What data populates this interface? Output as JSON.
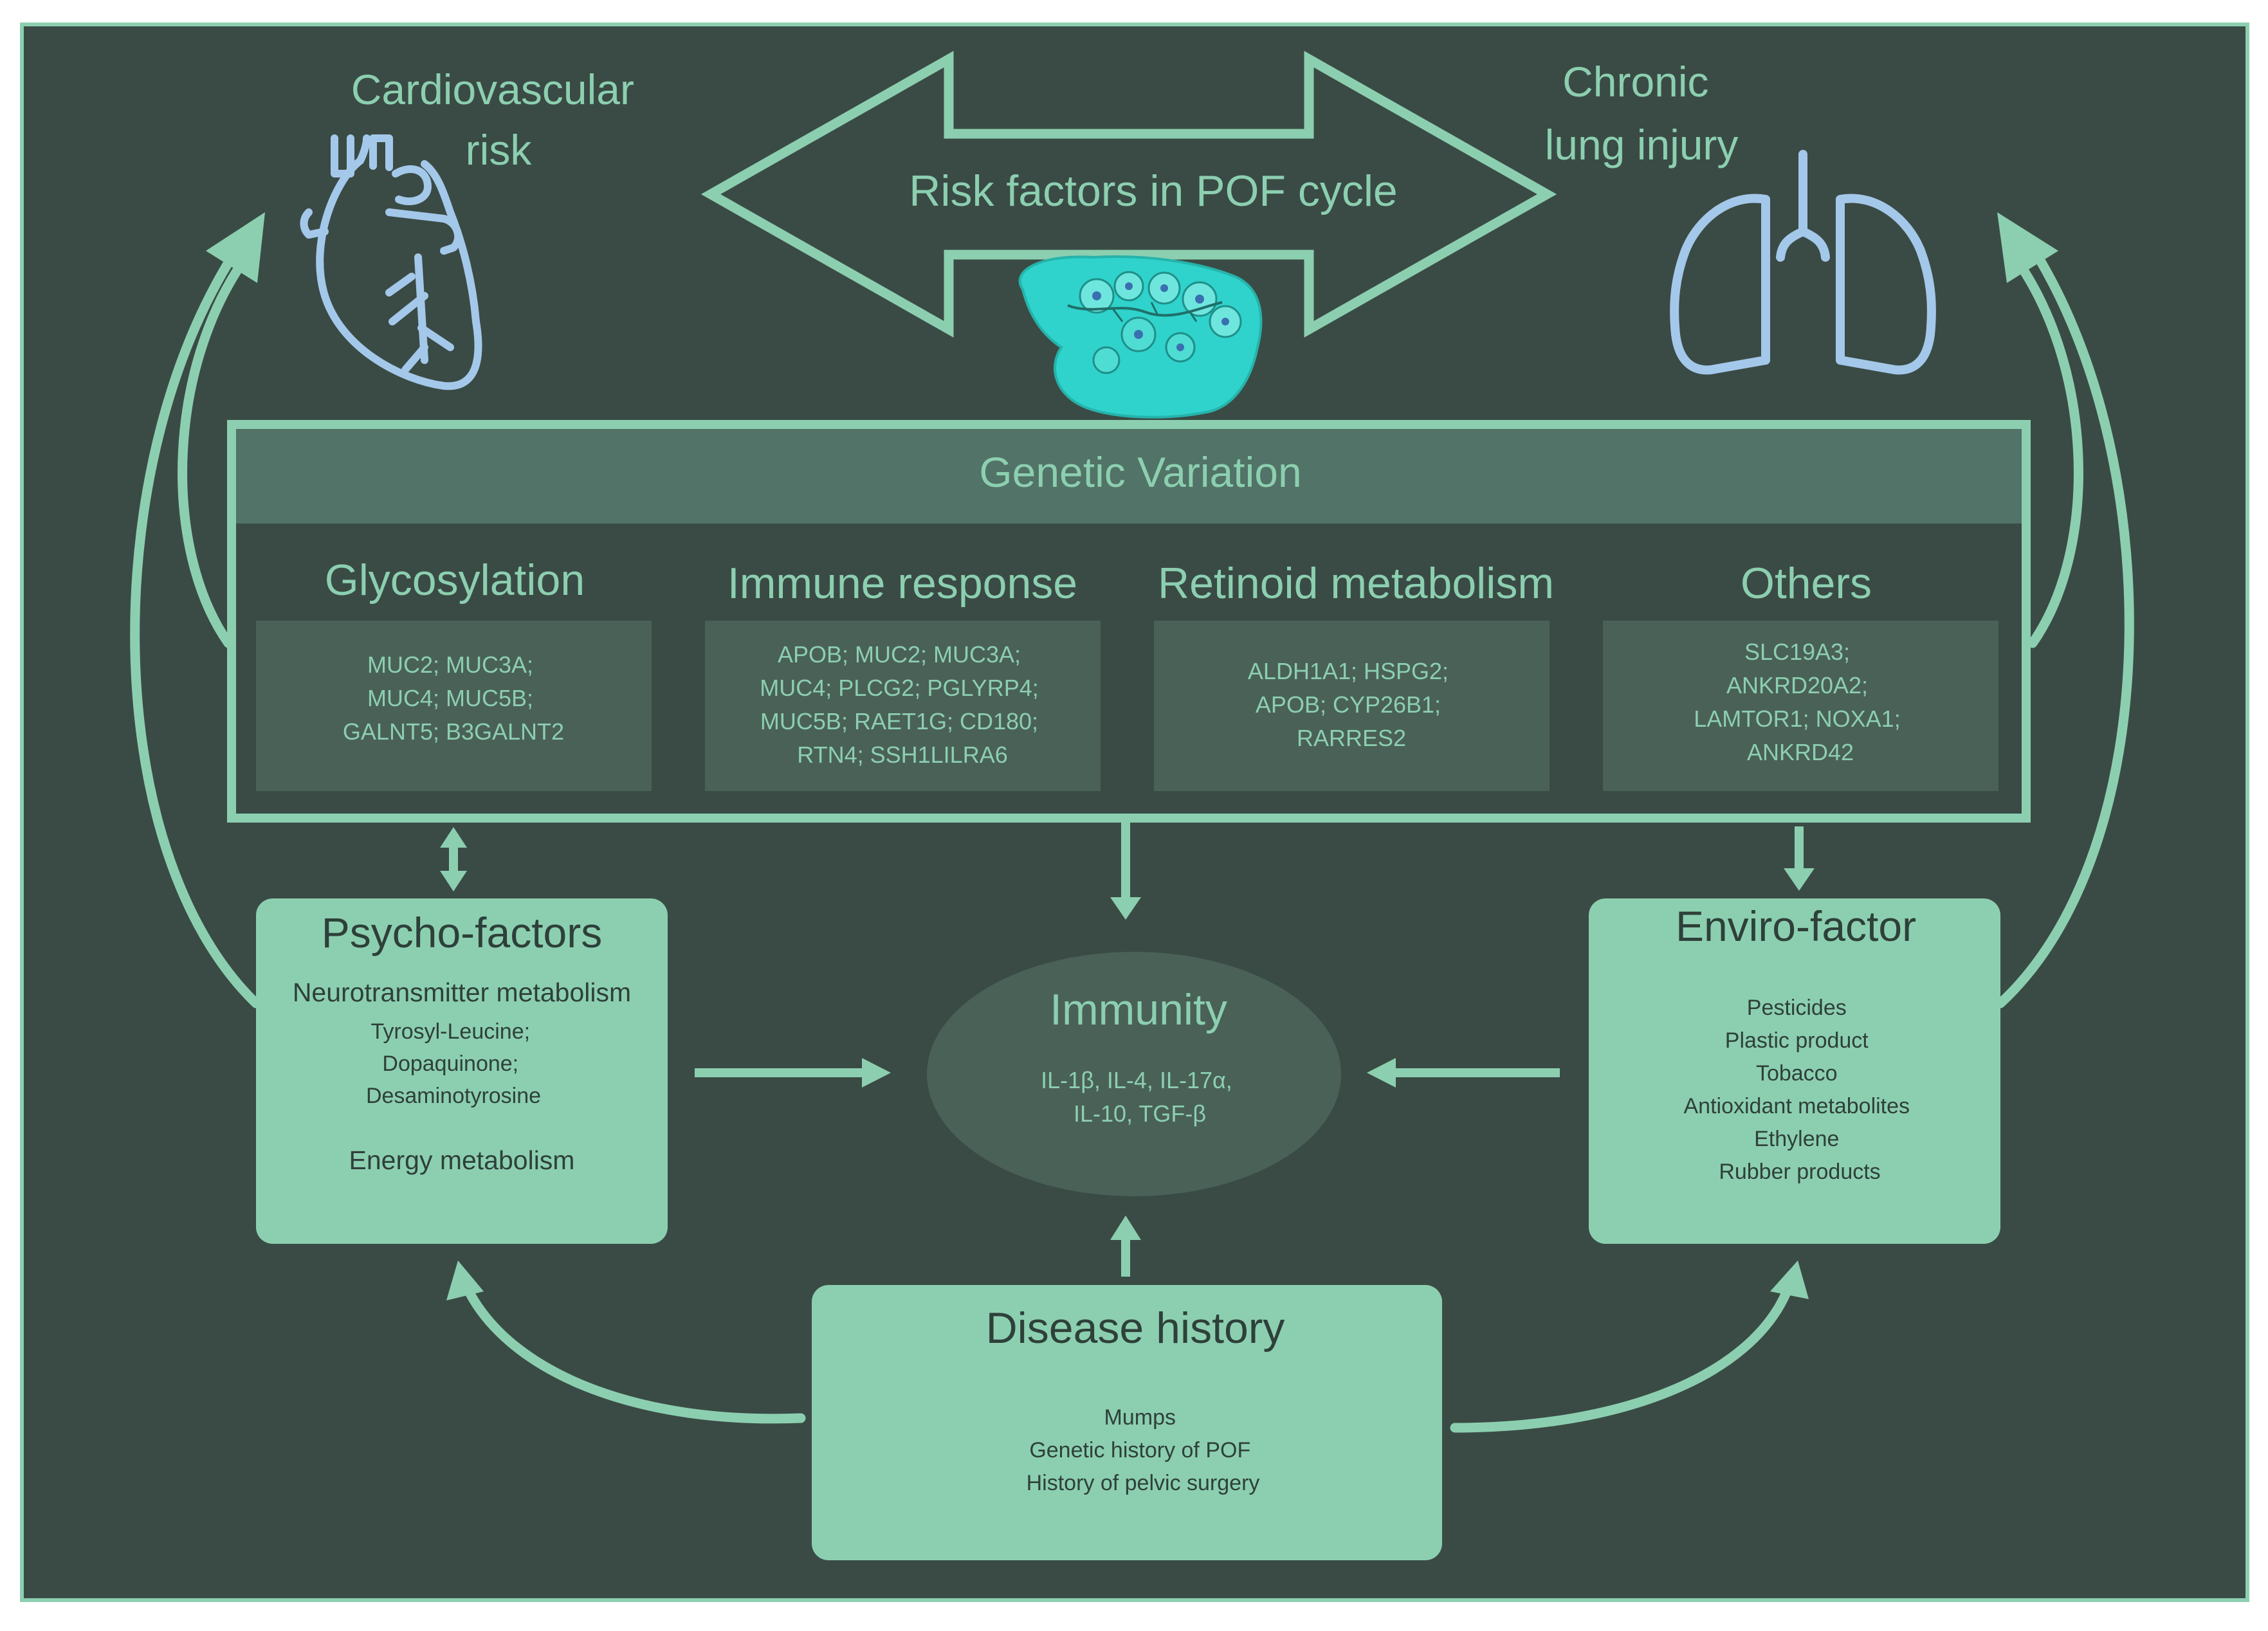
{
  "colors": {
    "background": "#3a4b45",
    "outer_border": "#8ccfb0",
    "accent": "#8ccfb0",
    "genetic_header": "#527367",
    "gene_box": "#4a6158",
    "gene_text": "#8ccfb0",
    "light_box": "#8ccfb0",
    "dark_text": "#2e403a",
    "immunity_ellipse": "#4a6158",
    "organ_outline": "#a4c8ea",
    "ovary": "#2fd3cb"
  },
  "top": {
    "cardiovascular": [
      "Cardiovascular",
      "risk"
    ],
    "lung": [
      "Chronic",
      "lung injury"
    ],
    "cycle_label": "Risk factors in POF cycle",
    "heart_icon": "heart-icon",
    "lungs_icon": "lungs-icon",
    "ovary_icon": "ovary-icon"
  },
  "genetic": {
    "title": "Genetic Variation",
    "categories": [
      {
        "title": "Glycosylation",
        "genes": [
          "MUC2; MUC3A;",
          "MUC4; MUC5B;",
          "GALNT5; B3GALNT2"
        ]
      },
      {
        "title": "Immune response",
        "genes": [
          "APOB; MUC2; MUC3A;",
          "MUC4; PLCG2; PGLYRP4;",
          "MUC5B; RAET1G; CD180;",
          "RTN4; SSH1LILRA6"
        ]
      },
      {
        "title": "Retinoid metabolism",
        "genes": [
          "ALDH1A1; HSPG2;",
          "APOB; CYP26B1;",
          "RARRES2"
        ]
      },
      {
        "title": "Others",
        "genes": [
          "SLC19A3;",
          "ANKRD20A2;",
          "LAMTOR1; NOXA1;",
          "ANKRD42"
        ]
      }
    ]
  },
  "psycho": {
    "title": "Psycho-factors",
    "subtitle": "Neurotransmitter metabolism",
    "items": [
      "Tyrosyl-Leucine;",
      "Dopaquinone;",
      "Desaminotyrosine"
    ],
    "footer": "Energy metabolism"
  },
  "immunity": {
    "title": "Immunity",
    "items": [
      "IL-1β, IL-4, IL-17α,",
      "IL-10, TGF-β"
    ]
  },
  "enviro": {
    "title": "Enviro-factor",
    "items": [
      "Pesticides",
      "Plastic product",
      "Tobacco",
      "Antioxidant metabolites",
      "Ethylene",
      "Rubber products"
    ]
  },
  "disease": {
    "title": "Disease history",
    "items": [
      "Mumps",
      "Genetic history of POF",
      "History of pelvic surgery"
    ]
  }
}
